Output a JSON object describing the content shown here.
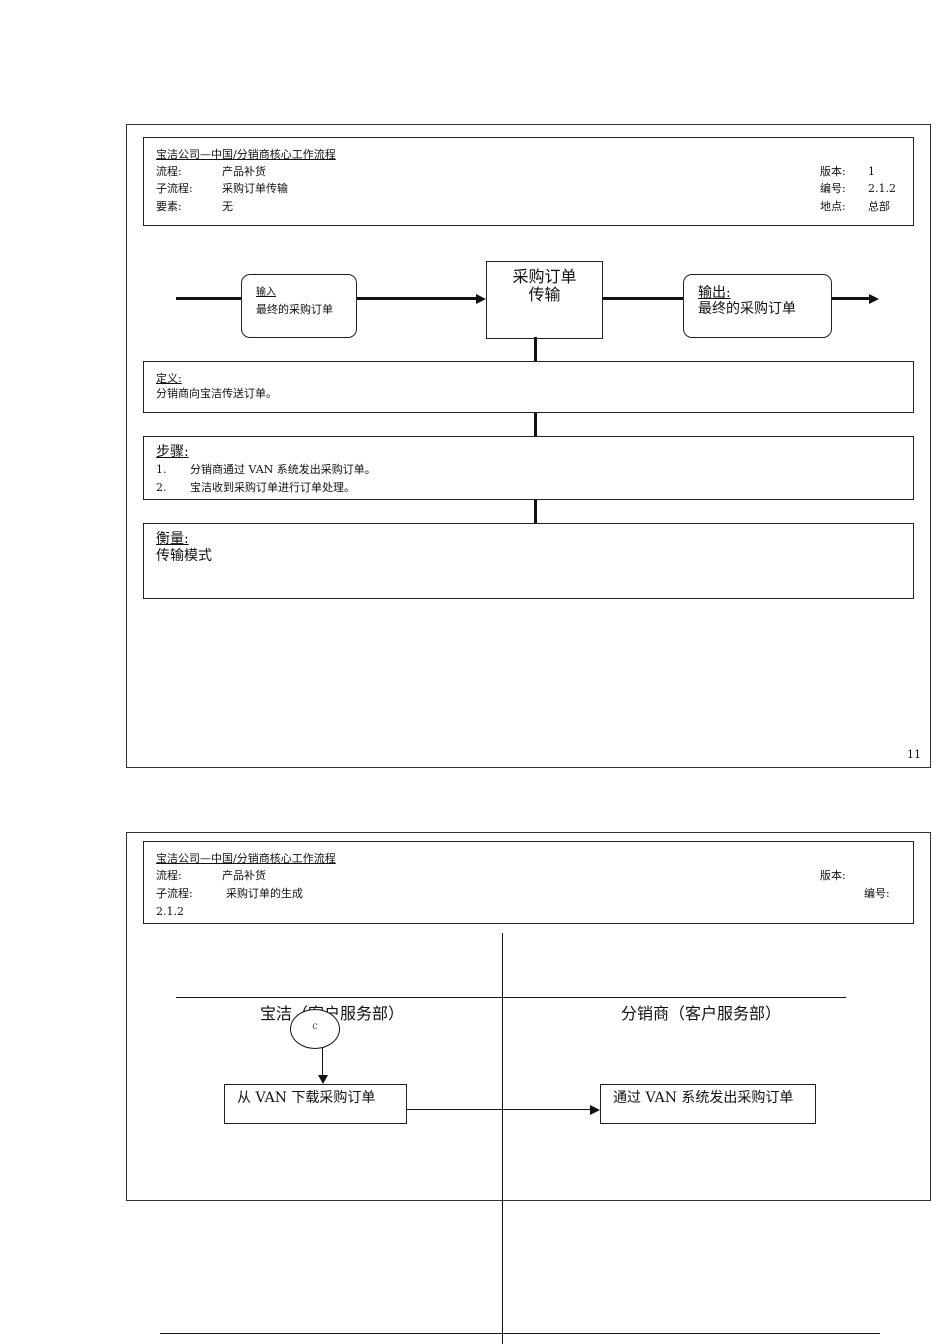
{
  "page1": {
    "header": {
      "title": "宝洁公司—中国/分销商核心工作流程",
      "flow_label": "流程:",
      "flow_value": "产品补货",
      "subflow_label": "子流程:",
      "subflow_value": "采购订单传输",
      "element_label": "要素:",
      "element_value": "无",
      "version_label": "版本:",
      "version_value": "1",
      "code_label": "编号:",
      "code_value": "2.1.2",
      "location_label": "地点:",
      "location_value": "总部"
    },
    "input_box": {
      "title": "输入",
      "text": "最终的采购订单"
    },
    "process_box": {
      "line1": "采购订单",
      "line2": "传输"
    },
    "output_box": {
      "title": "输出:",
      "text": "最终的采购订单"
    },
    "definition": {
      "title": "定义:",
      "text": "分销商向宝洁传送订单。"
    },
    "steps": {
      "title": "步骤:",
      "items": [
        {
          "num": "1.",
          "text": "分销商通过 VAN 系统发出采购订单。"
        },
        {
          "num": "2.",
          "text": "宝洁收到采购订单进行订单处理。"
        }
      ]
    },
    "measure": {
      "title": "衡量:",
      "text": "传输模式"
    },
    "page_number": "11"
  },
  "page2": {
    "header": {
      "title": "宝洁公司—中国/分销商核心工作流程",
      "flow_label": "流程:",
      "flow_value": "产品补货",
      "subflow_label": "子流程:",
      "subflow_value": "采购订单的生成",
      "code_continued": "2.1.2",
      "version_label": "版本:",
      "code_label": "编号:"
    },
    "lane_left": "宝洁（客户服务部）",
    "lane_right": "分销商（客户服务部）",
    "connector_label": "C",
    "left_box": "从 VAN 下载采购订单",
    "right_box": "通过 VAN 系统发出采购订单"
  }
}
